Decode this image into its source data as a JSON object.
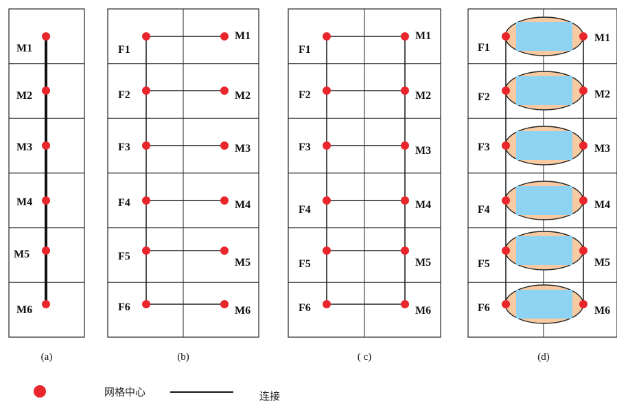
{
  "colors": {
    "grid": "#222222",
    "node": "#e8262b",
    "ellipse_fill": "#f7caa1",
    "rect_fill": "#8fd3f2"
  },
  "panels": [
    {
      "caption": "(a)",
      "m_labels": [
        "M1",
        "M2",
        "M3",
        "M4",
        "M5",
        "M6"
      ]
    },
    {
      "caption": "(b)",
      "f_labels": [
        "F1",
        "F2",
        "F3",
        "F4",
        "F5",
        "F6"
      ],
      "m_labels": [
        "M1",
        "M2",
        "M3",
        "M4",
        "M5",
        "M6"
      ]
    },
    {
      "caption": "( c)",
      "f_labels": [
        "F1",
        "F2",
        "F3",
        "F4",
        "F5",
        "F6"
      ],
      "m_labels": [
        "M1",
        "M2",
        "M3",
        "M4",
        "M5",
        "M6"
      ]
    },
    {
      "caption": "(d)",
      "f_labels": [
        "F1",
        "F2",
        "F3",
        "F4",
        "F5",
        "F6"
      ],
      "m_labels": [
        "M1",
        "M2",
        "M3",
        "M4",
        "M5",
        "M6"
      ]
    }
  ],
  "legend": {
    "node_label": "网格中心",
    "line_label": "连接"
  }
}
